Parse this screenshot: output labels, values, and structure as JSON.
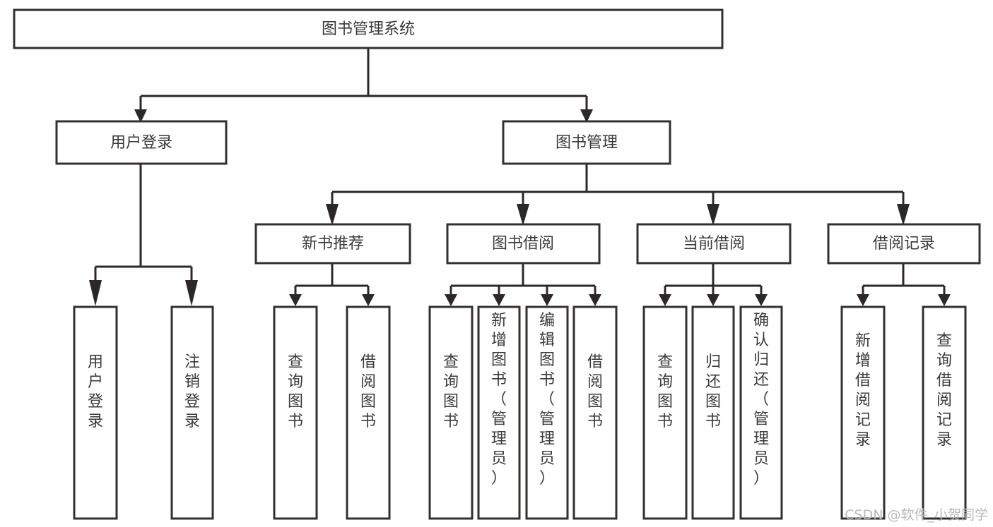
{
  "diagram": {
    "title": "图书管理系统",
    "type": "tree-structure-chart",
    "root": {
      "id": "root",
      "label": "图书管理系统"
    },
    "level2": [
      {
        "id": "user-login",
        "label": "用户登录"
      },
      {
        "id": "book-manage",
        "label": "图书管理"
      }
    ],
    "level3": [
      {
        "id": "new-book-recommend",
        "label": "新书推荐",
        "parent": "book-manage"
      },
      {
        "id": "book-borrow",
        "label": "图书借阅",
        "parent": "book-manage"
      },
      {
        "id": "current-borrow",
        "label": "当前借阅",
        "parent": "book-manage"
      },
      {
        "id": "borrow-record",
        "label": "借阅记录",
        "parent": "book-manage"
      }
    ],
    "leaves": {
      "user-login": [
        {
          "id": "leaf-user-login",
          "label": "用户登录"
        },
        {
          "id": "leaf-user-logout",
          "label": "注销登录"
        }
      ],
      "new-book-recommend": [
        {
          "id": "leaf-query-book-1",
          "label": "查询图书"
        },
        {
          "id": "leaf-borrow-book-1",
          "label": "借阅图书"
        }
      ],
      "book-borrow": [
        {
          "id": "leaf-query-book-2",
          "label": "查询图书"
        },
        {
          "id": "leaf-add-book",
          "label": "新增图书（管理员）"
        },
        {
          "id": "leaf-edit-book",
          "label": "编辑图书（管理员）"
        },
        {
          "id": "leaf-borrow-book-2",
          "label": "借阅图书"
        }
      ],
      "current-borrow": [
        {
          "id": "leaf-query-book-3",
          "label": "查询图书"
        },
        {
          "id": "leaf-return-book",
          "label": "归还图书"
        },
        {
          "id": "leaf-confirm-return",
          "label": "确认归还（管理员）"
        }
      ],
      "borrow-record": [
        {
          "id": "leaf-add-record",
          "label": "新增借阅记录"
        },
        {
          "id": "leaf-query-record",
          "label": "查询借阅记录"
        }
      ]
    }
  },
  "watermark": {
    "text": "CSDN @软件_小贺同学"
  },
  "colors": {
    "box_stroke": "#33302f",
    "connector": "#2b2827",
    "text": "#3a3a3c",
    "background": "#ffffff",
    "watermark": "#b9b9b9"
  }
}
